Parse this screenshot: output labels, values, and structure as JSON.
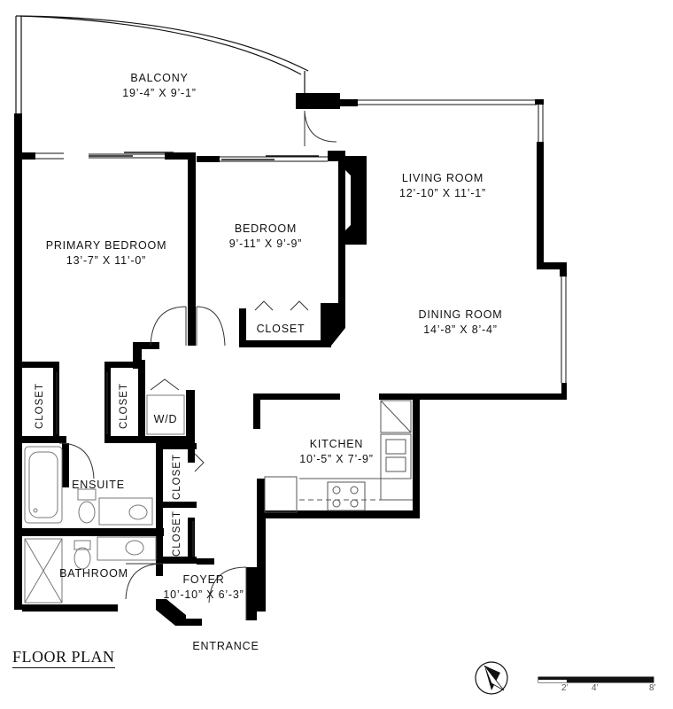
{
  "title": "FLOOR PLAN",
  "entrance": "ENTRANCE",
  "rooms": {
    "balcony": {
      "name": "BALCONY",
      "dims": "19’-4” X 9’-1”"
    },
    "living": {
      "name": "LIVING ROOM",
      "dims": "12’-10” X 11’-1”"
    },
    "bedroom": {
      "name": "BEDROOM",
      "dims": "9’-11” X 9’-9”"
    },
    "primary": {
      "name": "PRIMARY BEDROOM",
      "dims": "13’-7” X 11’-0”"
    },
    "dining": {
      "name": "DINING ROOM",
      "dims": "14’-8” X 8’-4”"
    },
    "kitchen": {
      "name": "KITCHEN",
      "dims": "10’-5” X 7’-9”"
    },
    "ensuite": {
      "name": "ENSUITE"
    },
    "bathroom": {
      "name": "BATHROOM"
    },
    "foyer": {
      "name": "FOYER",
      "dims": "10’-10” X 6’-3”"
    },
    "wd": {
      "name": "W/D"
    }
  },
  "closets": {
    "bedroom": "CLOSET",
    "primary_left": "CLOSET",
    "primary_right": "CLOSET",
    "hall_upper": "CLOSET",
    "hall_lower": "CLOSET"
  },
  "scale": {
    "ticks": [
      "2’",
      "4’",
      "8’"
    ]
  },
  "compass": {
    "letter": "N"
  },
  "colors": {
    "wall": "#000000",
    "fixture": "#777777"
  }
}
